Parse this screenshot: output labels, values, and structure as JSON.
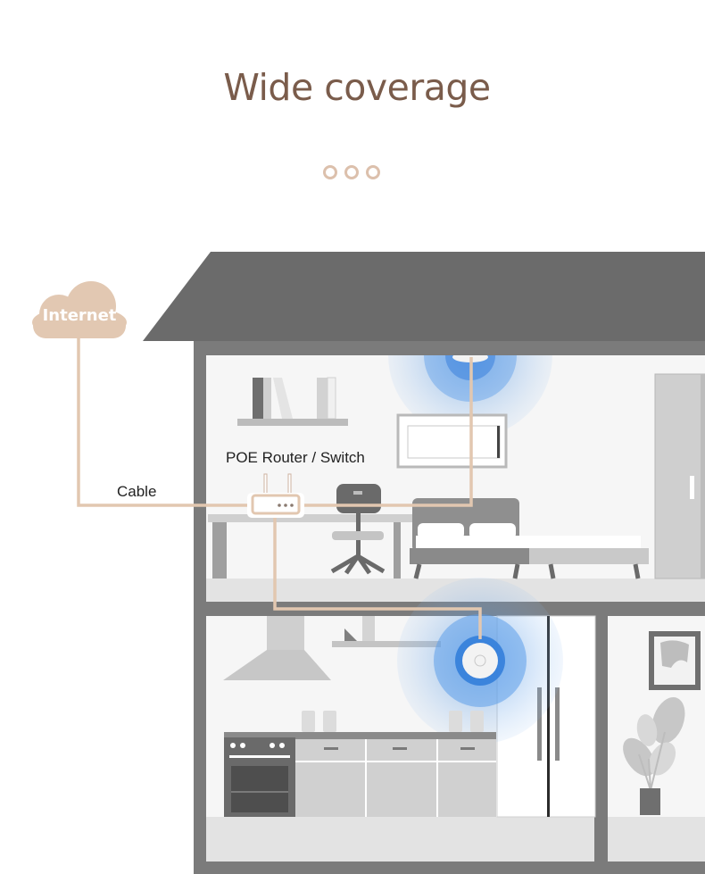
{
  "title": "Wide coverage",
  "carousel_dots": 3,
  "labels": {
    "internet": "Internet",
    "router": "POE Router / Switch",
    "cable": "Cable"
  },
  "colors": {
    "title": "#7a5c4b",
    "cable": "#e2c7b0",
    "cloud": "#e2c8b2",
    "roof": "#6b6b6b",
    "wall": "#7b7b7b",
    "wifi_signal": "#4a90e2"
  }
}
